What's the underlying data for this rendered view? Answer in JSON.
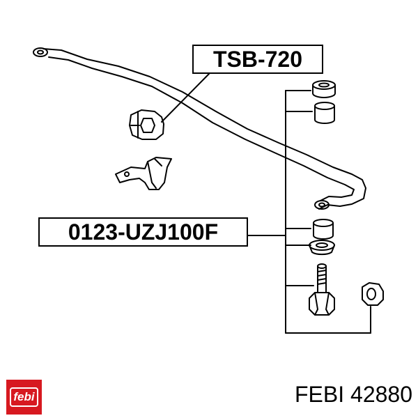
{
  "diagram": {
    "callouts": {
      "stabilizer_bushing": "TSB-720",
      "stabilizer_link": "0123-UZJ100F"
    },
    "brand": {
      "logo_text": "febi",
      "caption": "FEBI 42880"
    }
  }
}
